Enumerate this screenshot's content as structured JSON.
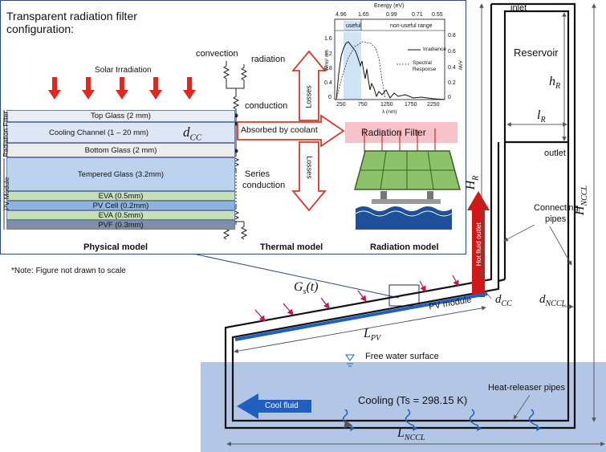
{
  "panel": {
    "title_line1": "Transparent radiation filter",
    "title_line2": "configuration:",
    "note": "*Note: Figure not drawn to scale"
  },
  "physical_model": {
    "caption": "Physical model",
    "solar_label": "Solar Irradiation",
    "group_filter": "Radiation Filter",
    "group_pv": "PV Module",
    "dcc_label": "d",
    "dcc_sub": "CC",
    "layers": [
      {
        "label": "Top Glass (2 mm)",
        "color": "#e8edf6"
      },
      {
        "label": "Cooling Channel (1 – 20 mm)",
        "color": "#dfe6f5"
      },
      {
        "label": "Bottom Glass (2 mm)",
        "color": "#ececec"
      },
      {
        "label": "Tempered Glass (3.2mm)",
        "color": "#bcd3ee"
      },
      {
        "label": "EVA (0.5mm)",
        "color": "#c6dfb6"
      },
      {
        "label": "PV Cell (0.2mm)",
        "color": "#8fb3e0"
      },
      {
        "label": "EVA (0.5mm)",
        "color": "#c6dfb6"
      },
      {
        "label": "PVF (0.3mm)",
        "color": "#7e8fa6"
      }
    ]
  },
  "thermal_model": {
    "caption": "Thermal model",
    "convection": "convection",
    "radiation": "radiation",
    "conduction": "conduction",
    "series1": "Series",
    "series2": "conduction",
    "absorbed": "Absorbed by coolant",
    "losses_top": "Losses",
    "losses_bottom": "Losses"
  },
  "radiation_model": {
    "caption": "Radiation model",
    "filter_label": "Radiation Filter"
  },
  "spectrum_chart": {
    "energy_title": "Energy (eV)",
    "energy_ticks": [
      "4.96",
      "1.65",
      "0.99",
      "0.71",
      "0.55"
    ],
    "useful": "useful",
    "non_useful": "non-useful range",
    "left_ticks": [
      "1.6",
      "1.2",
      "0.8",
      "0.4",
      "0"
    ],
    "right_ticks": [
      "0.8",
      "0.6",
      "0.4",
      "0.2",
      "0"
    ],
    "x_ticks": [
      "250",
      "750",
      "1250",
      "1750",
      "2250"
    ],
    "x_label": "λ (nm)",
    "y_left_label": "W/m² nm",
    "y_right_label": "A/W",
    "legend_irr": "Irradiance",
    "legend_sr1": "Spectral",
    "legend_sr2": "Response"
  },
  "system": {
    "inlet": "inlet",
    "outlet": "outlet",
    "reservoir": "Reservoir",
    "hR": "h",
    "hR_sub": "R",
    "lR": "l",
    "lR_sub": "R",
    "HR": "H",
    "HR_sub": "R",
    "HNCCL": "H",
    "HNCCL_sub": "NCCL",
    "connecting1": "Connecting",
    "connecting2": "pipes",
    "hot_outlet": "Hot fluid outlet",
    "dcc": "d",
    "dcc_sub": "CC",
    "dnccl": "d",
    "dnccl_sub": "NCCL",
    "gs": "G",
    "gs_sub": "s",
    "gs_suffix": "(t)",
    "pv_module": "PV module",
    "lpv": "L",
    "lpv_sub": "PV",
    "free_water": "Free water surface",
    "heat_releaser": "Heat-releaser pipes",
    "cooling": "Cooling (Ts = 298.15 K)",
    "cool_fluid": "Cool fluid",
    "lnccl": "L",
    "lnccl_sub": "NCCL"
  },
  "colors": {
    "water": "#b3c6e6",
    "panel_border": "#2e4a7c",
    "arrow_red": "#e0281e",
    "pink_arrow": "#c2185b",
    "pv_blue": "#1f5fbf",
    "hot": "#d01818",
    "cool": "#1f5fbf"
  }
}
